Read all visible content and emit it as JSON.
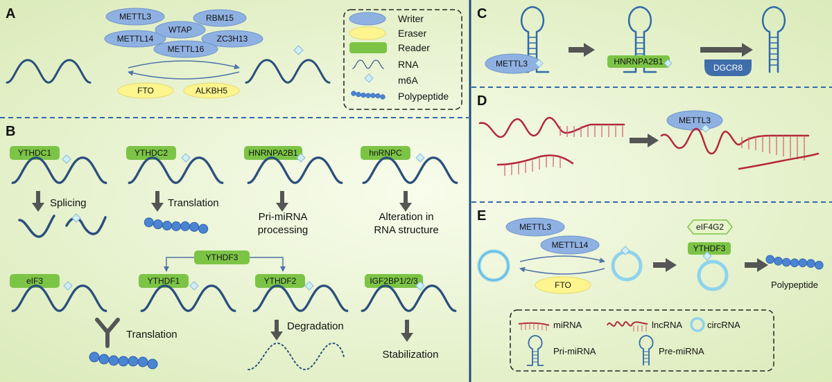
{
  "panels": {
    "a": "A",
    "b": "B",
    "c": "C",
    "d": "D",
    "e": "E"
  },
  "panel_a": {
    "writers": [
      "METTL3",
      "RBM15",
      "WTAP",
      "METTL14",
      "ZC3H13",
      "METTL16"
    ],
    "erasers": [
      "FTO",
      "ALKBH5"
    ]
  },
  "legend_a": {
    "writer": "Writer",
    "eraser": "Eraser",
    "reader": "Reader",
    "rna": "RNA",
    "m6a": "m6A",
    "polypeptide": "Polypeptide"
  },
  "panel_b": {
    "readers": [
      "YTHDC1",
      "YTHDC2",
      "HNRNPA2B1",
      "hnRNPC",
      "eIF3",
      "YTHDF1",
      "YTHDF2",
      "IGF2BP1/2/3"
    ],
    "ythdf3": "YTHDF3",
    "splicing": "Splicing",
    "translation_1": "Translation",
    "primirna_1": "Pri-miRNA",
    "primirna_2": "processing",
    "alteration_1": "Alteration in",
    "alteration_2": "RNA structure",
    "translation_2": "Translation",
    "degradation": "Degradation",
    "stabilization": "Stabilization"
  },
  "panel_c": {
    "mettl3": "METTL3",
    "hnrnpa2b1": "HNRNPA2B1",
    "dgcr8": "DGCR8"
  },
  "panel_d": {
    "mettl3": "METTL3"
  },
  "panel_e": {
    "mettl3": "METTL3",
    "mettl14": "METTL14",
    "fto": "FTO",
    "eif4g2": "eIF4G2",
    "ythdf3": "YTHDF3",
    "polypeptide": "Polypeptide"
  },
  "legend_e": {
    "mirna": "miRNA",
    "lncrna": "lncRNA",
    "circrna": "circRNA",
    "primirna": "Pri-miRNA",
    "premirna": "Pre-miRNA"
  },
  "colors": {
    "background": "#e4f0c8",
    "writer": "#8fb1e2",
    "eraser": "#fff58f",
    "reader": "#7cc446",
    "rna": "#2a4f7d",
    "circ": "#8fd3ee",
    "mirna": "#b3283a",
    "divider": "#1f4a7c"
  }
}
